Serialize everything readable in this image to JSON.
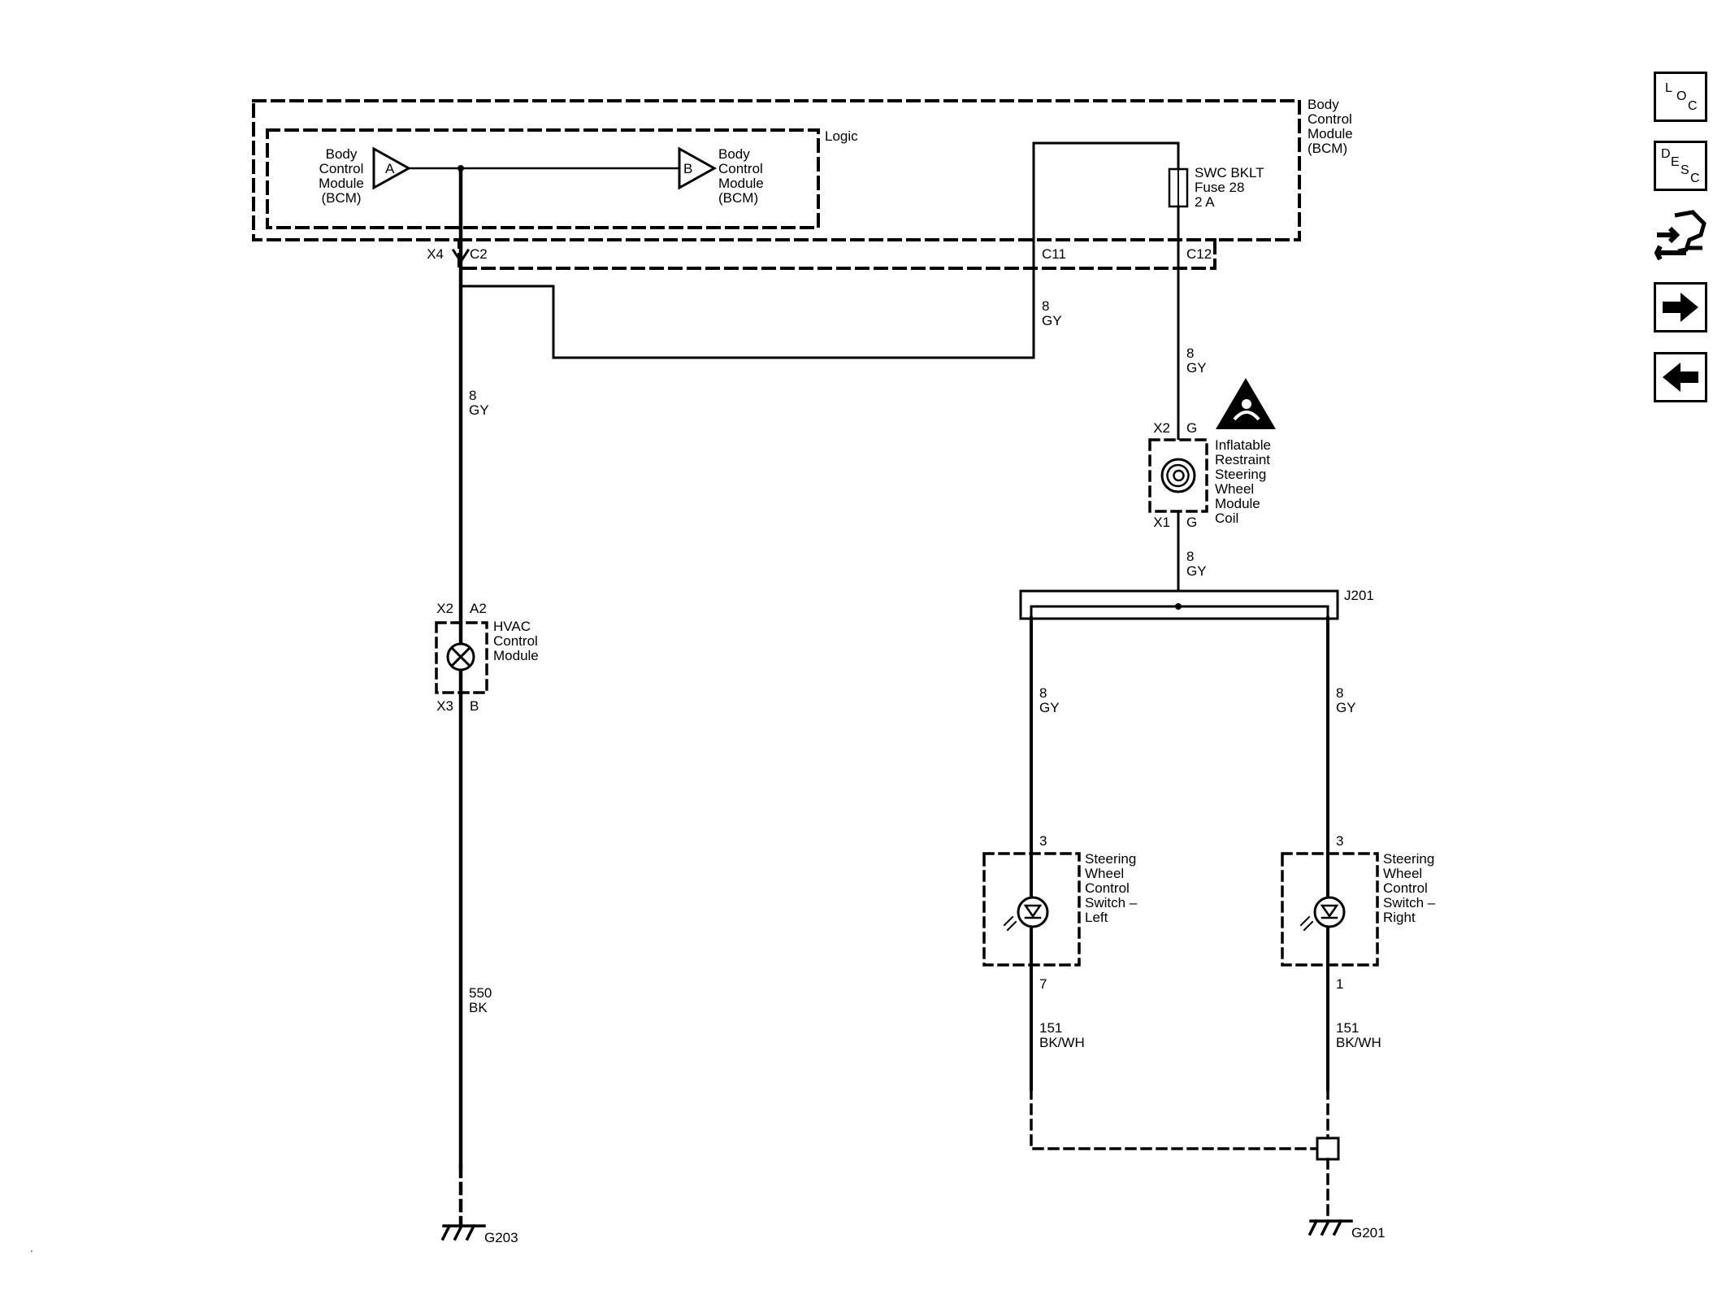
{
  "modules": {
    "bcm": "Body\nControl\nModule\n(BCM)",
    "logic": "Logic",
    "bcm_a": "Body\nControl\nModule\n(BCM)",
    "bcm_b": "Body\nControl\nModule\n(BCM)",
    "input_a": "A",
    "input_b": "B",
    "fuse": "SWC BKLT\nFuse 28\n2 A",
    "airbag_coil": "Inflatable\nRestraint\nSteering\nWheel\nModule\nCoil",
    "hvac": "HVAC\nControl\nModule",
    "swc_left": "Steering\nWheel\nControl\nSwitch –\nLeft",
    "swc_right": "Steering\nWheel\nControl\nSwitch –\nRight",
    "splice": "J201"
  },
  "connectors": {
    "x4": "X4",
    "c2": "C2",
    "c11": "C11",
    "c12": "C12",
    "coil_x2": "X2",
    "coil_x2_pin": "G",
    "coil_x1": "X1",
    "coil_x1_pin": "G",
    "hvac_x2": "X2",
    "hvac_x2_pin": "A2",
    "hvac_x3": "X3",
    "hvac_x3_pin": "B",
    "left_top": "3",
    "left_bottom": "7",
    "right_top": "3",
    "right_bottom": "1"
  },
  "wires": {
    "w1": "8\nGY",
    "w2": "8\nGY",
    "w3": "8\nGY",
    "w4": "8\nGY",
    "w5": "8\nGY",
    "w6": "8\nGY",
    "w7": "550\nBK",
    "w8": "151\nBK/WH",
    "w9": "151\nBK/WH"
  },
  "grounds": {
    "g203": "G203",
    "g201": "G201"
  },
  "nav": {
    "loc": {
      "l1": "L",
      "l2": "O",
      "l3": "C"
    },
    "desc": {
      "l1": "D",
      "l2": "E",
      "l3": "S",
      "l4": "C"
    }
  },
  "colors": {
    "ink": "#000000",
    "paper": "#ffffff"
  }
}
